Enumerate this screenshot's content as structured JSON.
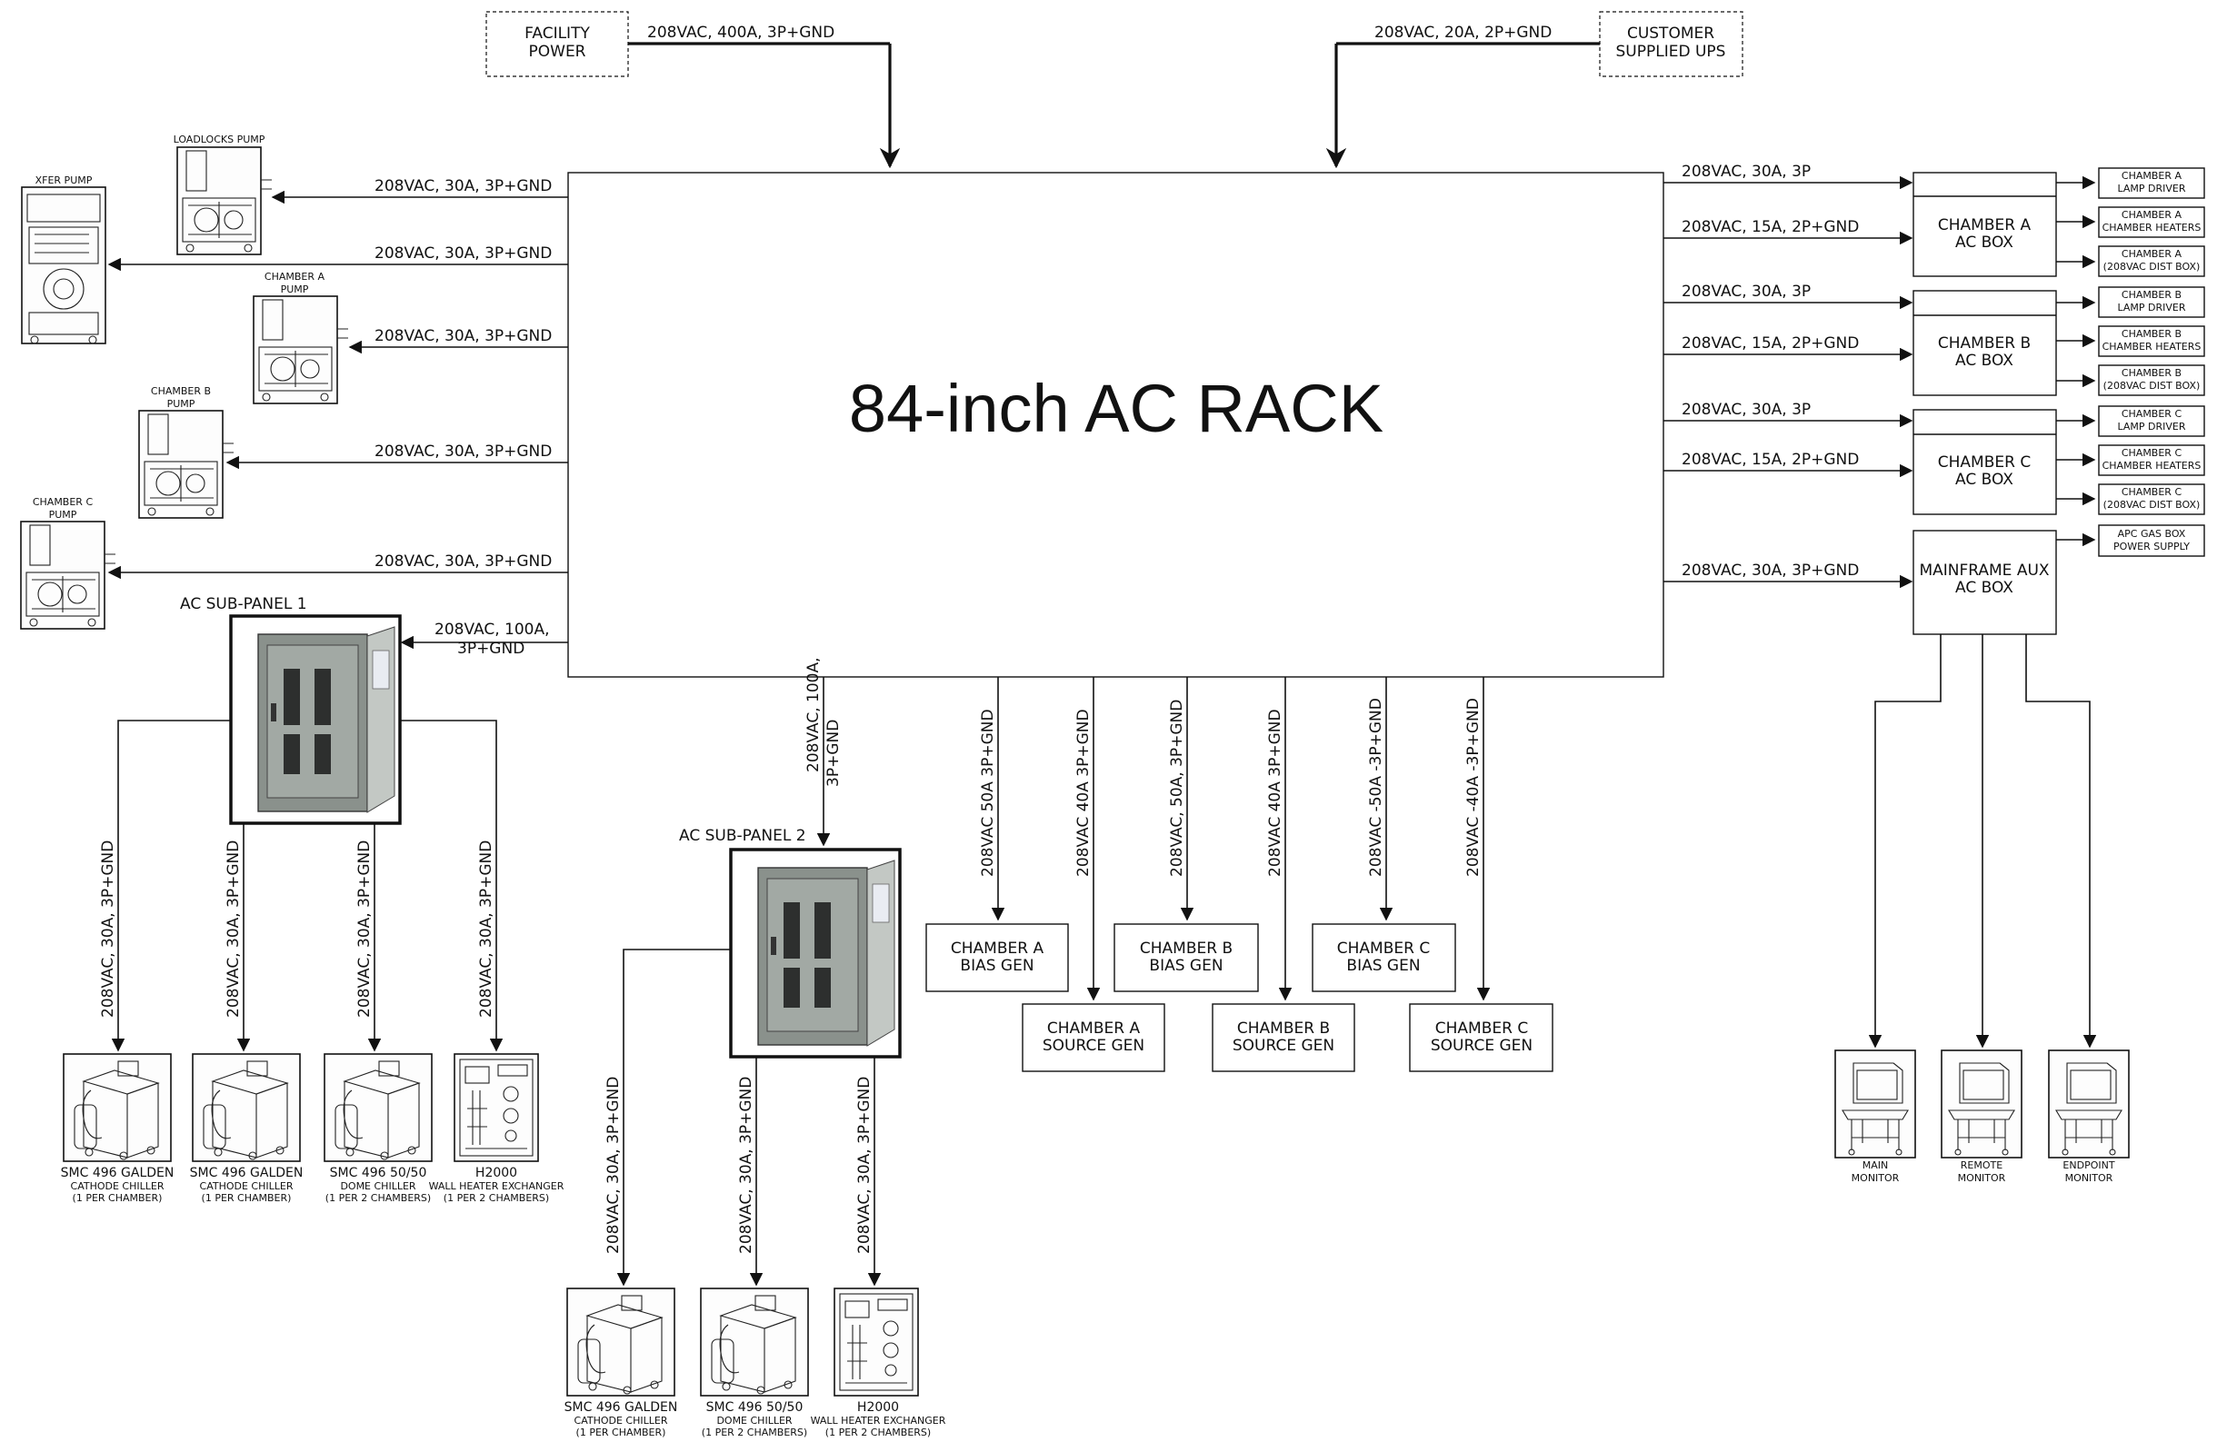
{
  "main_rack": {
    "label": "84-inch AC RACK"
  },
  "sources": [
    {
      "label1": "FACILITY",
      "label2": "POWER",
      "feed": "208VAC, 400A, 3P+GND"
    },
    {
      "label1": "CUSTOMER",
      "label2": "SUPPLIED UPS",
      "feed": "208VAC, 20A, 2P+GND"
    }
  ],
  "pumps": [
    {
      "name": "LOADLOCKS PUMP",
      "name2": "",
      "feed": "208VAC, 30A, 3P+GND"
    },
    {
      "name": "XFER PUMP",
      "name2": "",
      "feed": "208VAC, 30A, 3P+GND"
    },
    {
      "name": "CHAMBER A",
      "name2": "PUMP",
      "feed": "208VAC, 30A, 3P+GND"
    },
    {
      "name": "CHAMBER B",
      "name2": "PUMP",
      "feed": "208VAC, 30A, 3P+GND"
    },
    {
      "name": "CHAMBER C",
      "name2": "PUMP",
      "feed": "208VAC, 30A, 3P+GND"
    }
  ],
  "subpanel1": {
    "title": "AC SUB-PANEL 1",
    "feed1": "208VAC, 100A,",
    "feed2": "3P+GND"
  },
  "subpanel2": {
    "title": "AC SUB-PANEL 2",
    "feed1": "208VAC, 100A,",
    "feed2": "3P+GND"
  },
  "sp1_loads": [
    {
      "feed": "208VAC, 30A, 3P+GND",
      "name": "SMC 496 GALDEN",
      "sub1": "CATHODE CHILLER",
      "sub2": "(1 PER CHAMBER)",
      "kind": "chiller"
    },
    {
      "feed": "208VAC, 30A, 3P+GND",
      "name": "SMC 496 GALDEN",
      "sub1": "CATHODE CHILLER",
      "sub2": "(1 PER CHAMBER)",
      "kind": "chiller"
    },
    {
      "feed": "208VAC, 30A, 3P+GND",
      "name": "SMC 496 50/50",
      "sub1": "DOME CHILLER",
      "sub2": "(1 PER 2 CHAMBERS)",
      "kind": "chiller"
    },
    {
      "feed": "208VAC, 30A, 3P+GND",
      "name": "H2000",
      "sub1": "WALL HEATER EXCHANGER",
      "sub2": "(1 PER 2 CHAMBERS)",
      "kind": "heater"
    }
  ],
  "sp2_loads": [
    {
      "feed": "208VAC, 30A, 3P+GND",
      "name": "SMC 496 GALDEN",
      "sub1": "CATHODE CHILLER",
      "sub2": "(1 PER CHAMBER)",
      "kind": "chiller"
    },
    {
      "feed": "208VAC, 30A, 3P+GND",
      "name": "SMC 496 50/50",
      "sub1": "DOME CHILLER",
      "sub2": "(1 PER 2 CHAMBERS)",
      "kind": "chiller"
    },
    {
      "feed": "208VAC, 30A, 3P+GND",
      "name": "H2000",
      "sub1": "WALL HEATER EXCHANGER",
      "sub2": "(1 PER 2 CHAMBERS)",
      "kind": "heater"
    }
  ],
  "generators": [
    {
      "feed": "208VAC 50A 3P+GND",
      "l1": "CHAMBER A",
      "l2": "BIAS GEN"
    },
    {
      "feed": "208VAC 40A 3P+GND",
      "l1": "CHAMBER A",
      "l2": "SOURCE GEN"
    },
    {
      "feed": "208VAC, 50A, 3P+GND",
      "l1": "CHAMBER B",
      "l2": "BIAS GEN"
    },
    {
      "feed": "208VAC 40A 3P+GND",
      "l1": "CHAMBER B",
      "l2": "SOURCE GEN"
    },
    {
      "feed": "208VAC -50A -3P+GND",
      "l1": "CHAMBER C",
      "l2": "BIAS GEN"
    },
    {
      "feed": "208VAC -40A -3P+GND",
      "l1": "CHAMBER C",
      "l2": "SOURCE GEN"
    }
  ],
  "chamber_boxes": [
    {
      "l1": "CHAMBER A",
      "l2": "AC BOX",
      "feed_top": "208VAC, 30A, 3P",
      "feed_mid": "208VAC, 15A, 2P+GND",
      "outputs": [
        [
          "CHAMBER A",
          "LAMP DRIVER"
        ],
        [
          "CHAMBER A",
          "CHAMBER HEATERS"
        ],
        [
          "CHAMBER A",
          "(208VAC DIST BOX)"
        ]
      ]
    },
    {
      "l1": "CHAMBER B",
      "l2": "AC BOX",
      "feed_top": "208VAC, 30A, 3P",
      "feed_mid": "208VAC, 15A, 2P+GND",
      "outputs": [
        [
          "CHAMBER B",
          "LAMP DRIVER"
        ],
        [
          "CHAMBER B",
          "CHAMBER HEATERS"
        ],
        [
          "CHAMBER B",
          "(208VAC DIST BOX)"
        ]
      ]
    },
    {
      "l1": "CHAMBER C",
      "l2": "AC BOX",
      "feed_top": "208VAC, 30A, 3P",
      "feed_mid": "208VAC, 15A, 2P+GND",
      "outputs": [
        [
          "CHAMBER C",
          "LAMP DRIVER"
        ],
        [
          "CHAMBER C",
          "CHAMBER HEATERS"
        ],
        [
          "CHAMBER C",
          "(208VAC DIST BOX)"
        ]
      ]
    }
  ],
  "mainframe": {
    "l1": "MAINFRAME AUX",
    "l2": "AC BOX",
    "feed": "208VAC, 30A, 3P+GND",
    "output": [
      "APC GAS BOX",
      "POWER SUPPLY"
    ]
  },
  "monitors": [
    {
      "l1": "MAIN",
      "l2": "MONITOR"
    },
    {
      "l1": "REMOTE",
      "l2": "MONITOR"
    },
    {
      "l1": "ENDPOINT",
      "l2": "MONITOR"
    }
  ]
}
